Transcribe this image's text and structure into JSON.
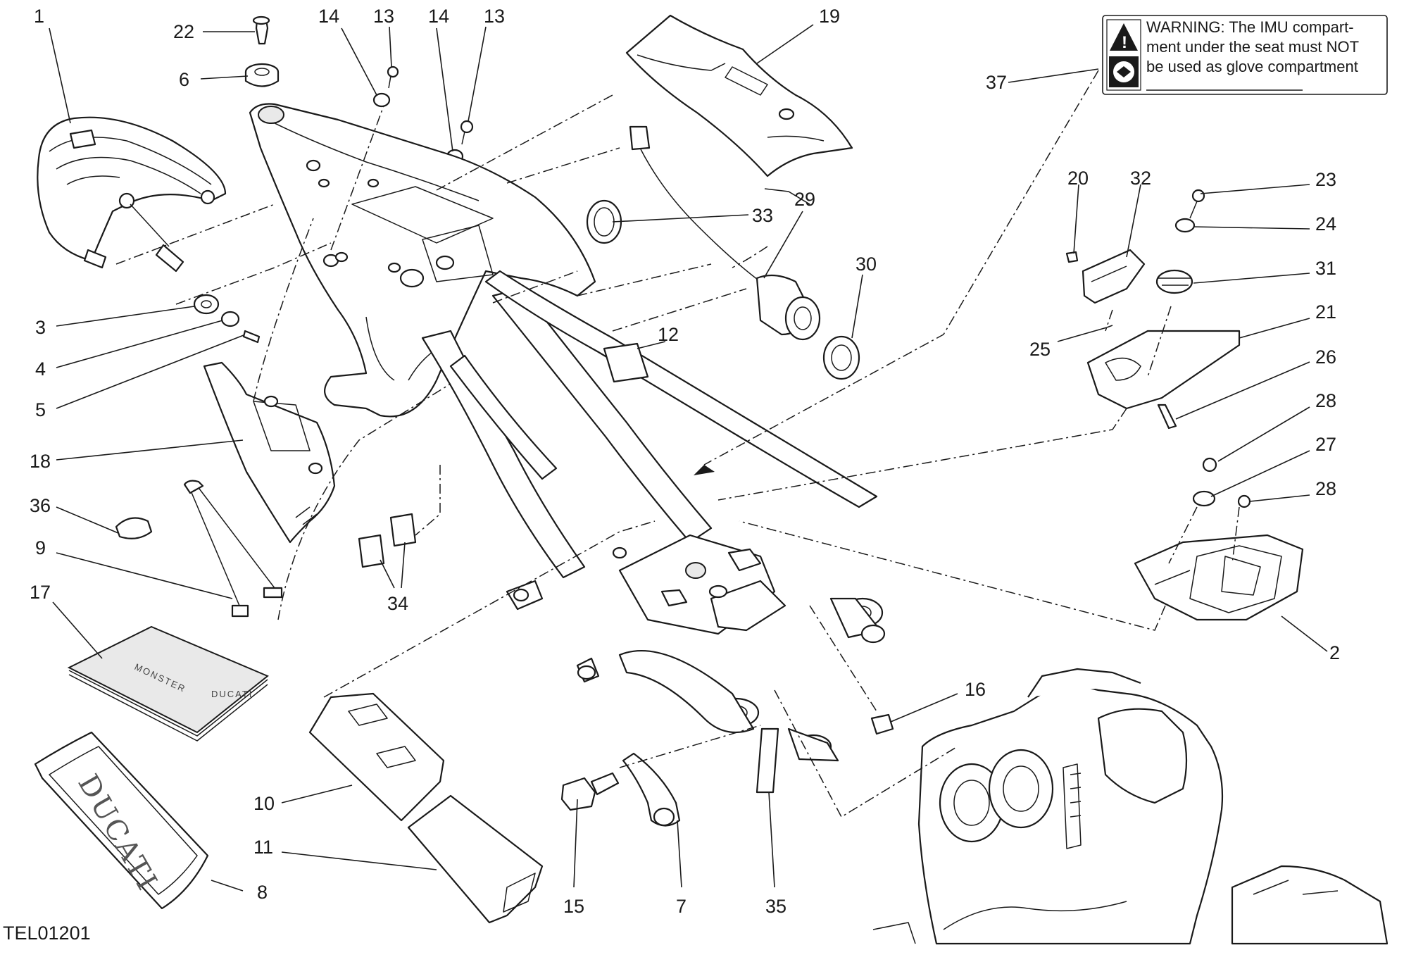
{
  "drawing_code": "TEL01201",
  "warning_label": {
    "lines": [
      "WARNING: The IMU compart-",
      "ment under the seat must NOT",
      "be used as glove compartment"
    ],
    "icons": [
      "warning-triangle-icon",
      "manual-book-icon"
    ]
  },
  "embossed_text": {
    "booklet_cover": "MONSTER",
    "booklet_logo": "DUCATI",
    "tray": "DUCATI"
  },
  "callouts": [
    {
      "id": "1",
      "label": "1"
    },
    {
      "id": "22",
      "label": "22"
    },
    {
      "id": "6",
      "label": "6"
    },
    {
      "id": "14a",
      "label": "14"
    },
    {
      "id": "13a",
      "label": "13"
    },
    {
      "id": "14b",
      "label": "14"
    },
    {
      "id": "13b",
      "label": "13"
    },
    {
      "id": "19",
      "label": "19"
    },
    {
      "id": "37",
      "label": "37"
    },
    {
      "id": "3",
      "label": "3"
    },
    {
      "id": "4",
      "label": "4"
    },
    {
      "id": "5",
      "label": "5"
    },
    {
      "id": "18",
      "label": "18"
    },
    {
      "id": "36",
      "label": "36"
    },
    {
      "id": "9",
      "label": "9"
    },
    {
      "id": "17",
      "label": "17"
    },
    {
      "id": "33",
      "label": "33"
    },
    {
      "id": "29",
      "label": "29"
    },
    {
      "id": "30",
      "label": "30"
    },
    {
      "id": "12",
      "label": "12"
    },
    {
      "id": "34",
      "label": "34"
    },
    {
      "id": "20",
      "label": "20"
    },
    {
      "id": "32",
      "label": "32"
    },
    {
      "id": "23",
      "label": "23"
    },
    {
      "id": "24",
      "label": "24"
    },
    {
      "id": "31",
      "label": "31"
    },
    {
      "id": "21",
      "label": "21"
    },
    {
      "id": "25",
      "label": "25"
    },
    {
      "id": "26",
      "label": "26"
    },
    {
      "id": "28a",
      "label": "28"
    },
    {
      "id": "27",
      "label": "27"
    },
    {
      "id": "28b",
      "label": "28"
    },
    {
      "id": "2",
      "label": "2"
    },
    {
      "id": "16",
      "label": "16"
    },
    {
      "id": "10",
      "label": "10"
    },
    {
      "id": "11",
      "label": "11"
    },
    {
      "id": "8",
      "label": "8"
    },
    {
      "id": "15",
      "label": "15"
    },
    {
      "id": "7",
      "label": "7"
    },
    {
      "id": "35",
      "label": "35"
    }
  ]
}
